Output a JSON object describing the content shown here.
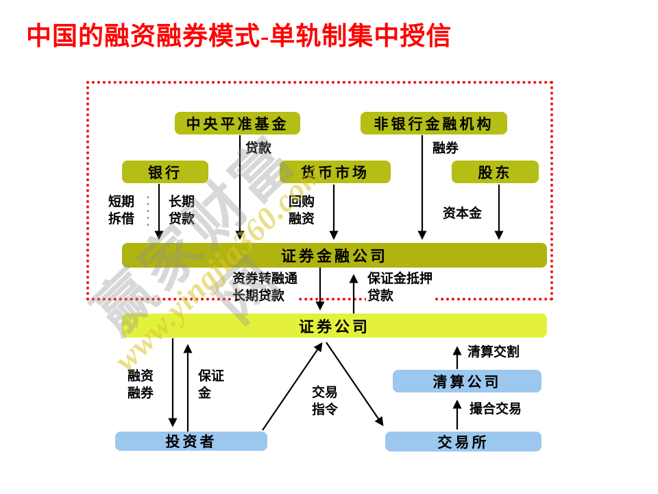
{
  "title": "中国的融资融券模式-单轨制集中授信",
  "watermark": {
    "brand": "赢家财富网",
    "site": "www.yingjia360.com"
  },
  "colors": {
    "title_red": "#fe0000",
    "frame_red": "#ee1111",
    "node_olive": "#b4be14",
    "bar_olive": "#b0b410",
    "bar_yellow": "#e3f13d",
    "node_blue": "#9cc7ef"
  },
  "nodes": {
    "central_fund": "中央平准基金",
    "nonbank_institutions": "非银行金融机构",
    "bank": "银行",
    "money_market": "货币市场",
    "shareholder": "股东",
    "securities_finance_co": "证券金融公司",
    "securities_co": "证券公司",
    "clearing_co": "清算公司",
    "investor": "投资者",
    "exchange": "交易所"
  },
  "flows": {
    "loan": "贷款",
    "securities_lending": "融券",
    "short_term_borrow": "短期\n拆借",
    "long_term_loan": "长期\n贷款",
    "repo_financing": "回购\n融资",
    "capital": "资本金",
    "refinancing_long_loan": "资券转融通\n长期贷款",
    "margin_pledge_loan": "保证金抵押\n贷款",
    "margin_trading": "融资\n融券",
    "margin_deposit": "保证\n金",
    "trade_order": "交易\n指令",
    "clearing_settlement": "清算交割",
    "matched_trading": "撮合交易"
  }
}
